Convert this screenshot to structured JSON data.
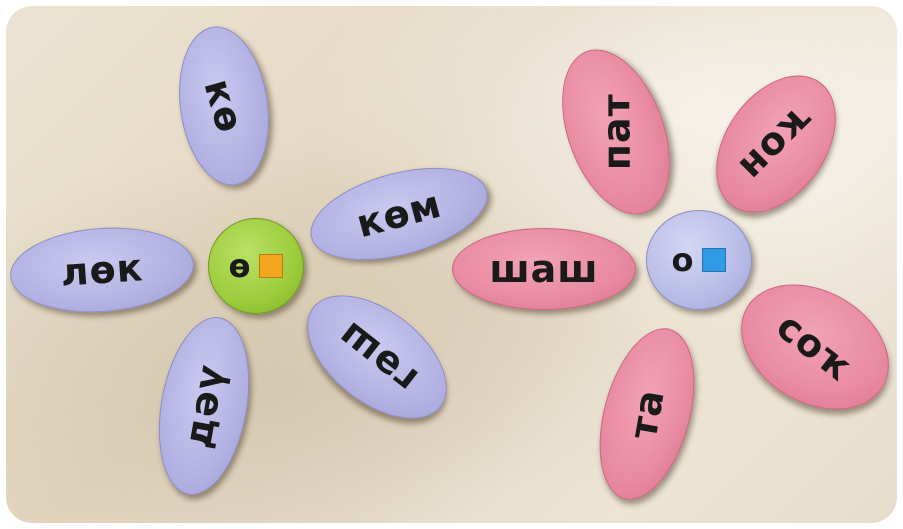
{
  "flowers": [
    {
      "center": {
        "letter": "ө",
        "square_color": "#f2a51d",
        "color": "#9ccc3c"
      },
      "petal_color": "#b3b2e3",
      "petals": [
        "кө",
        "көм",
        "гәш",
        "дәү",
        "лөк"
      ]
    },
    {
      "center": {
        "letter": "о",
        "square_color": "#2f9be6",
        "color": "#b8bce6"
      },
      "petal_color": "#e88aa2",
      "petals": [
        "пат",
        "ҡон",
        "соҡ",
        "та",
        "шаш"
      ]
    }
  ]
}
